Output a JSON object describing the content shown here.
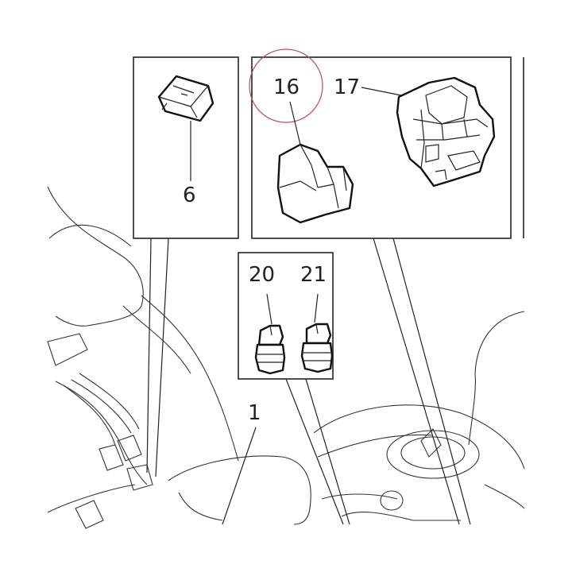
{
  "callouts": {
    "c1": "1",
    "c6": "6",
    "c16": "16",
    "c17": "17",
    "c20": "20",
    "c21": "21"
  },
  "colors": {
    "line": "#222222",
    "highlight_circle": "#c0485a",
    "background": "#ffffff"
  }
}
